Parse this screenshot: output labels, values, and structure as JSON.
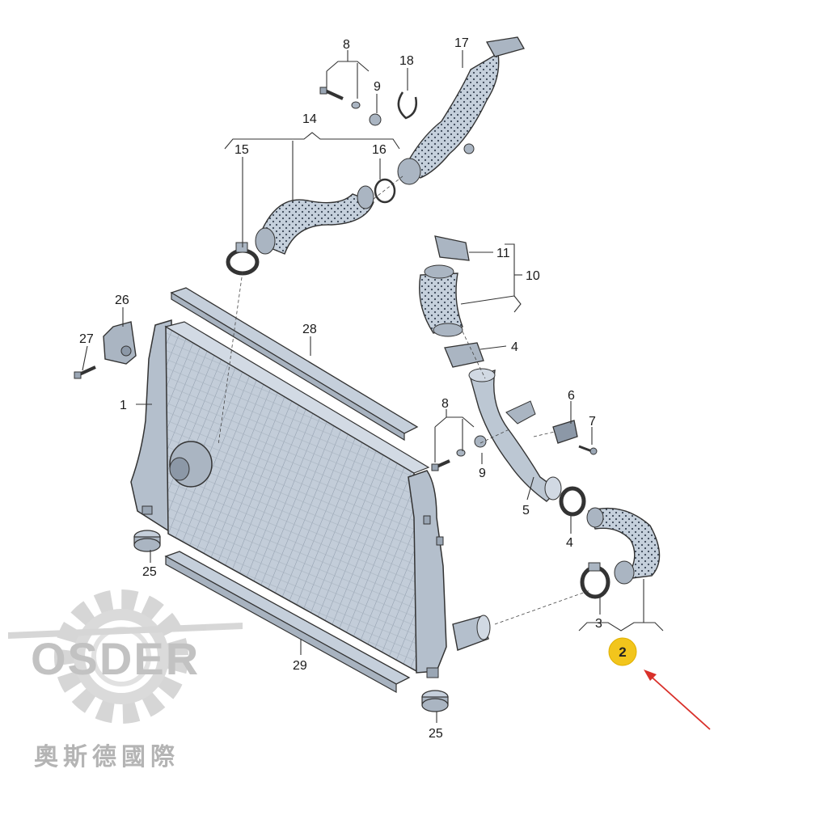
{
  "diagram": {
    "callouts": [
      {
        "id": "1",
        "text": "1"
      },
      {
        "id": "2",
        "text": "2"
      },
      {
        "id": "3",
        "text": "3"
      },
      {
        "id": "4a",
        "text": "4"
      },
      {
        "id": "4b",
        "text": "4"
      },
      {
        "id": "5",
        "text": "5"
      },
      {
        "id": "6",
        "text": "6"
      },
      {
        "id": "7",
        "text": "7"
      },
      {
        "id": "8a",
        "text": "8"
      },
      {
        "id": "8b",
        "text": "8"
      },
      {
        "id": "9a",
        "text": "9"
      },
      {
        "id": "9b",
        "text": "9"
      },
      {
        "id": "10",
        "text": "10"
      },
      {
        "id": "11",
        "text": "11"
      },
      {
        "id": "14",
        "text": "14"
      },
      {
        "id": "15",
        "text": "15"
      },
      {
        "id": "16",
        "text": "16"
      },
      {
        "id": "17",
        "text": "17"
      },
      {
        "id": "18",
        "text": "18"
      },
      {
        "id": "25a",
        "text": "25"
      },
      {
        "id": "25b",
        "text": "25"
      },
      {
        "id": "26",
        "text": "26"
      },
      {
        "id": "27",
        "text": "27"
      },
      {
        "id": "28",
        "text": "28"
      },
      {
        "id": "29",
        "text": "29"
      }
    ],
    "highlight_color": "#f2c51c",
    "arrow_color": "#d9302a",
    "part_fill": "#c9d3df",
    "line_color": "#333333"
  },
  "watermark": {
    "brand": "OSDER",
    "subtitle": "奧斯德國際"
  }
}
